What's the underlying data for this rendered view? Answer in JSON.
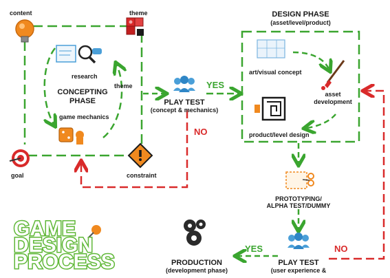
{
  "labels": {
    "content": "content",
    "theme": "theme",
    "research": "research",
    "theme_inner": "theme",
    "concepting_line1": "CONCEPTING",
    "concepting_line2": "PHASE",
    "game_mechanics": "game mechanics",
    "goal": "goal",
    "constraint": "constraint",
    "playtest1_title": "PLAY TEST",
    "playtest1_sub": "(concept & mechanics)",
    "yes1": "YES",
    "no1": "NO",
    "design_title": "DESIGN PHASE",
    "design_sub": "(asset/level/product)",
    "art_concept": "art/visual concept",
    "asset_dev_line1": "asset",
    "asset_dev_line2": "development",
    "product_level": "product/level design",
    "proto_line1": "PROTOTYPING/",
    "proto_line2": "ALPHA TEST/DUMMY",
    "playtest2_title": "PLAY TEST",
    "playtest2_sub": "(user experience &",
    "yes2": "YES",
    "no2": "NO",
    "production_title": "PRODUCTION",
    "production_sub": "(development phase)",
    "logo_line1": "GAME",
    "logo_line2": "DESIGN",
    "logo_line3": "PROCESS"
  },
  "colors": {
    "green": "#3aa52f",
    "red": "#d92a2a",
    "blue": "#4a9fd8",
    "orange": "#f0891f"
  },
  "icons": [
    "lightbulb-icon",
    "puzzle-icon",
    "research-icon",
    "dice-icon",
    "target-icon",
    "warning-icon",
    "users-icon",
    "blueprint-icon",
    "paintbrush-icon",
    "maze-icon",
    "scissors-icon",
    "gears-icon",
    "pushpin-icon"
  ]
}
